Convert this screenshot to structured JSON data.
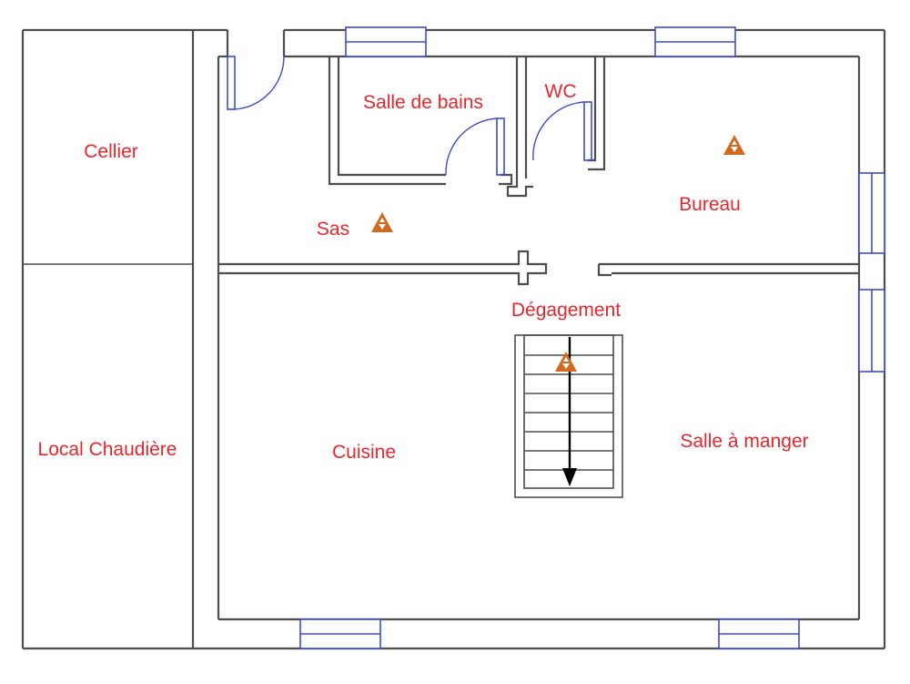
{
  "rooms": {
    "cellier": "Cellier",
    "local_chaudiere": "Local Chaudière",
    "salle_de_bains": "Salle de bains",
    "wc": "WC",
    "sas": "Sas",
    "bureau": "Bureau",
    "degagement": "Dégagement",
    "cuisine": "Cuisine",
    "salle_a_manger": "Salle à manger"
  },
  "symbols": {
    "hazard_icon": "warning-triangle-icon",
    "hazard_color": "#d2691e",
    "label_color": "#e8262b",
    "wall_color": "#4d4d4d",
    "opening_color": "#3b4bd6"
  }
}
